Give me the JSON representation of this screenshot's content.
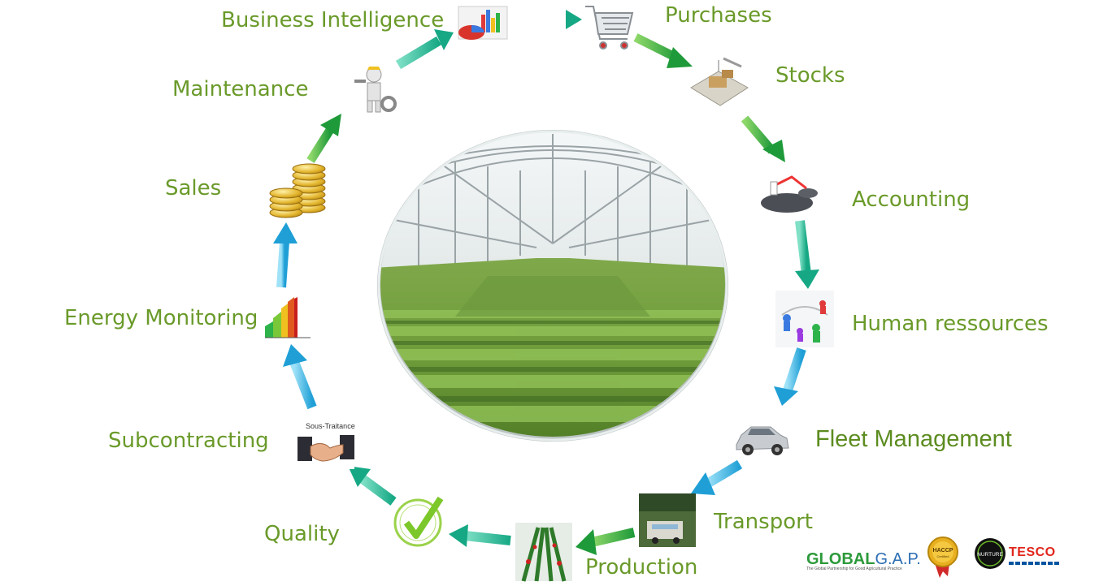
{
  "center_image": "greenhouse-photo",
  "labels": {
    "business_intelligence": "Business Intelligence",
    "purchases": "Purchases",
    "stocks": "Stocks",
    "accounting": "Accounting",
    "human_resources": "Human ressources",
    "fleet_management": "Fleet Management",
    "transport": "Transport",
    "production": "Production",
    "quality": "Quality",
    "subcontracting": "Subcontracting",
    "energy_monitoring": "Energy Monitoring",
    "sales": "Sales",
    "maintenance": "Maintenance"
  },
  "icon_texts": {
    "subcontracting": "Sous-Traitance"
  },
  "logos": {
    "globalgap": {
      "main": "GLOBAL",
      "suffix": "G.A.P.",
      "sub": "The Global Partnership for Good Agricultural Practice"
    },
    "haccp": {
      "line1": "HACCP",
      "line2": "Certified"
    },
    "nurture": "NURTURE",
    "tesco": "TESCO"
  },
  "colors": {
    "label_green": "#6a9a2a",
    "arrow_green": "#2fb34a",
    "arrow_teal": "#2dbf9a",
    "arrow_blue": "#3ab6e6"
  }
}
